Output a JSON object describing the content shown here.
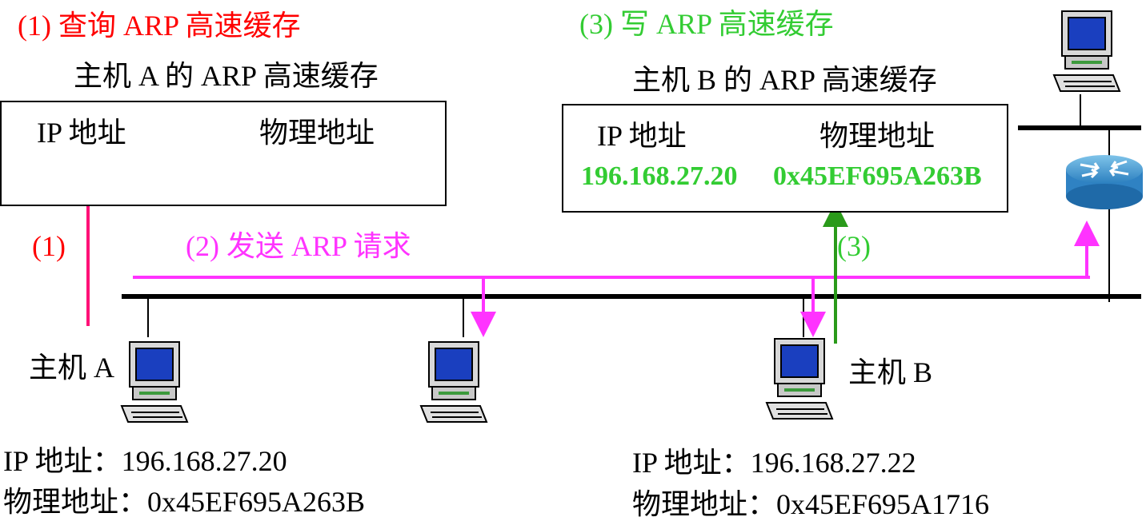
{
  "steps": {
    "step1_title": "(1) 查询 ARP 高速缓存",
    "step3_title": "(3) 写 ARP 高速缓存",
    "step1_marker": "(1)",
    "step2_label": "(2) 发送 ARP 请求",
    "step3_marker": "(3)"
  },
  "cache_a": {
    "title": "主机 A 的 ARP 高速缓存",
    "col_ip": "IP 地址",
    "col_mac": "物理地址"
  },
  "cache_b": {
    "title": "主机 B 的 ARP 高速缓存",
    "col_ip": "IP 地址",
    "col_mac": "物理地址",
    "entry_ip": "196.168.27.20",
    "entry_mac": "0x45EF695A263B"
  },
  "host_a": {
    "label": "主机 A",
    "ip_line": "IP 地址：196.168.27.20",
    "mac_line": "物理地址：0x45EF695A263B"
  },
  "host_b": {
    "label": "主机 B",
    "ip_line": "IP 地址：196.168.27.22",
    "mac_line": "物理地址：0x45EF695A1716"
  },
  "colors": {
    "step1": "#ff0000",
    "step2": "#ff33ff",
    "step3": "#33cc33",
    "arrow_write": "#2a9a1a",
    "arrow_query": "#ff1177"
  },
  "icons": [
    "computer-icon",
    "router-icon"
  ]
}
